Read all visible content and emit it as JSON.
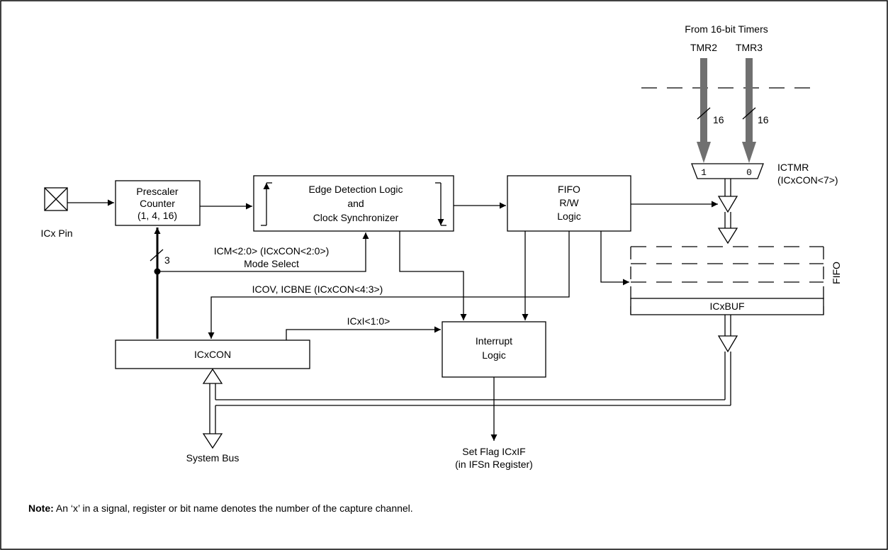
{
  "timers": {
    "header": "From 16-bit Timers",
    "tmr2": "TMR2",
    "tmr3": "TMR3",
    "width_tmr2": "16",
    "width_tmr3": "16"
  },
  "mux": {
    "input_1": "1",
    "input_0": "0",
    "label_1": "ICTMR",
    "label_2": "(ICxCON<7>)"
  },
  "pin": {
    "label": "ICx Pin"
  },
  "prescaler": {
    "line1": "Prescaler",
    "line2": "Counter",
    "line3": "(1, 4, 16)"
  },
  "edge": {
    "line1": "Edge Detection Logic",
    "line2": "and",
    "line3": "Clock Synchronizer"
  },
  "fifo_logic": {
    "line1": "FIFO",
    "line2": "R/W",
    "line3": "Logic"
  },
  "fifo_stack": {
    "side_label": "FIFO",
    "buffer_label": "ICxBUF"
  },
  "icxcon": {
    "label": "ICxCON"
  },
  "interrupt": {
    "line1": "Interrupt",
    "line2": "Logic"
  },
  "signals": {
    "mode_width": "3",
    "mode_line1": "ICM<2:0> (ICxCON<2:0>)",
    "mode_line2": "Mode Select",
    "status": "ICOV, ICBNE (ICxCON<4:3>)",
    "icxi": "ICxI<1:0>"
  },
  "outputs": {
    "system_bus": "System Bus",
    "flag_line1": "Set Flag ICxIF",
    "flag_line2": "(in IFSn Register)"
  },
  "note": {
    "bold": "Note:",
    "text": " An ‘x’ in a signal, register or bit name denotes the number of the capture channel."
  },
  "colors": {
    "timer_bus": "#707070",
    "line": "#000000"
  }
}
